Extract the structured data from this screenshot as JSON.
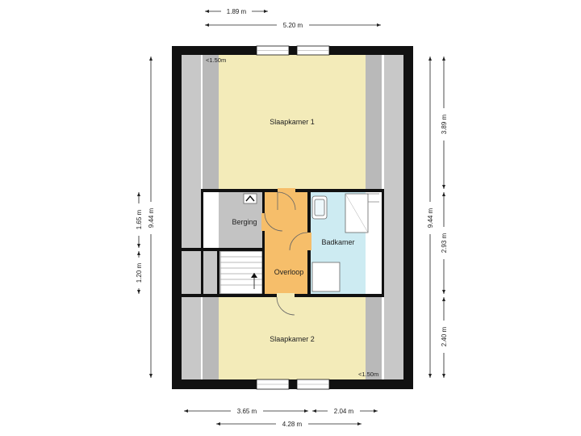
{
  "rooms": {
    "slaapkamer1": "Slaapkamer 1",
    "slaapkamer2": "Slaapkamer 2",
    "berging": "Berging",
    "badkamer": "Badkamer",
    "overloop": "Overloop"
  },
  "notes": {
    "low_height_top": "<1.50m",
    "low_height_bottom": "<1.50m"
  },
  "dimensions": {
    "top_1": "1.89 m",
    "top_2": "5.20 m",
    "bottom_1": "3.65 m",
    "bottom_2": "2.04 m",
    "bottom_3": "4.28 m",
    "left_outer": "9.44 m",
    "left_1": "1.65 m",
    "left_2": "1.20 m",
    "right_outer": "9.44 m",
    "right_1": "3.89 m",
    "right_2": "2.93 m",
    "right_3": "2.40 m"
  },
  "colors": {
    "wall": "#111111",
    "low_zone": "#c8c8c8",
    "bedroom": "#f3ebb9",
    "berging": "#c3c3c3",
    "badkamer": "#cdebf2",
    "overloop": "#f6be6a",
    "stairs": "#ffffff"
  }
}
